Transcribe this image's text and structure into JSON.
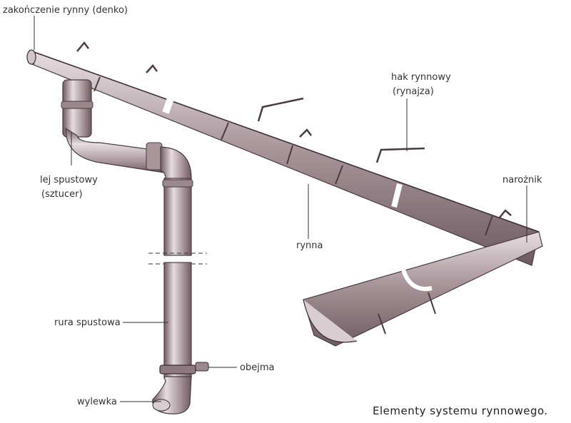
{
  "labels": {
    "end_cap": "zakończenie rynny (denko)",
    "hook_line1": "hak rynnowy",
    "hook_line2": "(rynajza)",
    "outlet_line1": "lej spustowy",
    "outlet_line2": "(sztucer)",
    "corner": "narożnik",
    "gutter": "rynna",
    "downpipe": "rura spustowa",
    "bracket": "obejma",
    "spout": "wylewka"
  },
  "caption": "Elementy systemu rynnowego.",
  "colors": {
    "metal_dark": "#6e5a60",
    "metal_mid": "#a8969b",
    "metal_light": "#e6dde0",
    "leader_line": "#333333"
  }
}
